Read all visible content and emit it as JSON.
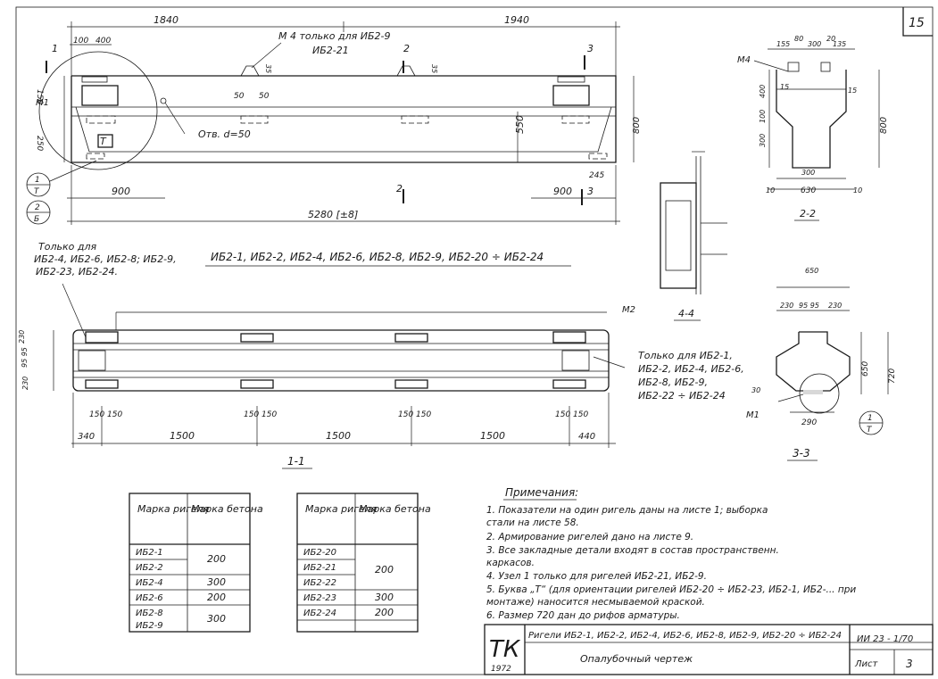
{
  "sheet": {
    "number": "15",
    "note_m4": "М 4 только для ИБ2-9",
    "mark_ib221": "ИБ2-21",
    "open_d": "Отв. d=50",
    "title_series": "ИБ2-1, ИБ2-2, ИБ2-4, ИБ2-6, ИБ2-8, ИБ2-9, ИБ2-20 ÷ ИБ2-24",
    "only_for_left": [
      "Только для",
      "ИБ2-4, ИБ2-6, ИБ2-8; ИБ2-9,",
      "ИБ2-23, ИБ2-24."
    ],
    "only_for_right": [
      "Только для ИБ2-1,",
      "ИБ2-2, ИБ2-4, ИБ2-6,",
      "ИБ2-8, ИБ2-9,",
      "ИБ2-22 ÷ ИБ2-24"
    ],
    "labels": {
      "m1": "М1",
      "m2": "М2",
      "m4": "М4",
      "t": "Т"
    },
    "sections": {
      "s11": "1-1",
      "s22": "2-2",
      "s33": "3-3",
      "s44": "4-4"
    },
    "cut_marks": {
      "c1": "1",
      "c2": "2",
      "c3": "3",
      "node1": "1",
      "node_t": "Т",
      "node2": "2",
      "node_b": "Б"
    }
  },
  "dims": {
    "top_left": "1840",
    "top_right": "1940",
    "d100": "100",
    "d400": "400",
    "d150": "150",
    "d250": "250",
    "d50a": "50",
    "d50b": "50",
    "d35a": "35",
    "d35b": "35",
    "d900a": "900",
    "d900b": "900",
    "d550": "550",
    "d245": "245",
    "d800": "800",
    "d5280": "5280 [±8]",
    "s2_155": "155",
    "s2_80": "80",
    "s2_300": "300",
    "s2_20": "20",
    "s2_135": "135",
    "s2_400": "400",
    "s2_100": "100",
    "s2_300b": "300",
    "s2_800": "800",
    "s2_15a": "15",
    "s2_15b": "15",
    "s2_630": "630",
    "s2_10a": "10",
    "s2_10b": "10",
    "s2_300c": "300",
    "p_340": "340",
    "p_1500a": "1500",
    "p_1500b": "1500",
    "p_1500c": "1500",
    "p_440": "440",
    "p_150": "150 150",
    "p_230": "230",
    "p_95": "95 95",
    "p_230b": "230",
    "s3_650": "650",
    "s3_230": "230",
    "s3_95": "95 95",
    "s3_230b": "230",
    "s3_650h": "650",
    "s3_720": "720",
    "s3_30": "30",
    "s3_290": "290"
  },
  "tables": {
    "left": {
      "headers": [
        "Марка ригеля",
        "Марка бетона"
      ],
      "rows": [
        {
          "mark": "ИБ2-1",
          "concrete": "200"
        },
        {
          "mark": "ИБ2-2",
          "concrete": ""
        },
        {
          "mark": "ИБ2-4",
          "concrete": "300"
        },
        {
          "mark": "ИБ2-6",
          "concrete": "200"
        },
        {
          "mark": "ИБ2-8",
          "concrete": "300"
        },
        {
          "mark": "ИБ2-9",
          "concrete": ""
        }
      ]
    },
    "right": {
      "headers": [
        "Марка ригеля",
        "Марка бетона"
      ],
      "rows": [
        {
          "mark": "ИБ2-20",
          "concrete": "200"
        },
        {
          "mark": "ИБ2-21",
          "concrete": ""
        },
        {
          "mark": "ИБ2-22",
          "concrete": ""
        },
        {
          "mark": "ИБ2-23",
          "concrete": "300"
        },
        {
          "mark": "ИБ2-24",
          "concrete": "200"
        },
        {
          "mark": "",
          "concrete": ""
        }
      ]
    }
  },
  "notes": {
    "title": "Примечания:",
    "items": [
      "1.  Показатели на один ригель даны на листе 1; выборка",
      "     стали на листе 58.",
      "2.  Армирование ригелей дано на листе 9.",
      "3.  Все закладные детали входят в состав пространственн.",
      "     каркасов.",
      "4.  Узел 1 только для ригелей ИБ2-21, ИБ2-9.",
      "5.  Буква „Т“ (для ориентации ригелей ИБ2-20 ÷ ИБ2-23, ИБ2-1, ИБ2-... при",
      "     монтаже) наносится несмываемой краской.",
      "6.  Размер 720 дан до рифов арматуры."
    ]
  },
  "stamp": {
    "logo": "ТК",
    "year": "1972",
    "title": "Ригели ИБ2-1, ИБ2-2, ИБ2-4, ИБ2-6, ИБ2-8, ИБ2-9, ИБ2-20 ÷ ИБ2-24",
    "subtitle": "Опалубочный чертеж",
    "code": "ИИ 23 - 1/70",
    "sheet_label": "Лист",
    "sheet_no": "3"
  }
}
